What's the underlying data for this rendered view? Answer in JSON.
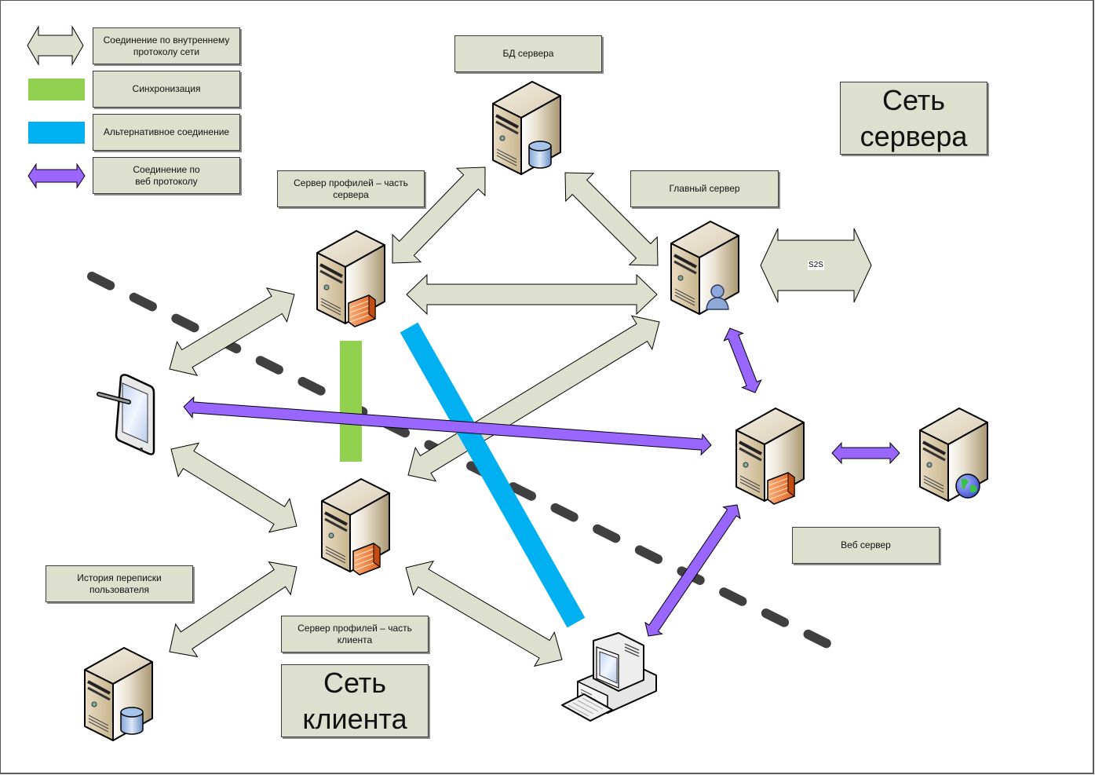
{
  "colors": {
    "internal_arrow_fill": "#dde0cf",
    "sync_green": "#92d050",
    "alt_blue": "#00b0f0",
    "web_purple": "#9966ff",
    "dashed_boundary": "#404040",
    "label_fill": "#dde0cf"
  },
  "legend": {
    "items": [
      {
        "icon": "double-arrow-beige-icon",
        "label": "Соединение по внутреннему\nпротоколу сети"
      },
      {
        "icon": "green-bar-icon",
        "label": "Синхронизация"
      },
      {
        "icon": "blue-bar-icon",
        "label": "Альтернативное соединение"
      },
      {
        "icon": "double-arrow-purple-icon",
        "label": "Соединение по\nвеб протоколу"
      }
    ]
  },
  "zones": {
    "server_network": "Сеть\nсервера",
    "client_network": "Сеть\nклиента"
  },
  "labels": {
    "db_server": "БД сервера",
    "profile_server_server_part": "Сервер профилей – часть\nсервера",
    "main_server": "Главный сервер",
    "s2s": "S2S",
    "web_server": "Веб сервер",
    "chat_history": "История переписки\nпользователя",
    "profile_server_client_part": "Сервер профилей – часть\nклиента"
  },
  "nodes": [
    {
      "id": "db-server",
      "icon": "database-server-icon"
    },
    {
      "id": "profile-server-server",
      "icon": "firewall-server-icon"
    },
    {
      "id": "main-server",
      "icon": "user-server-icon"
    },
    {
      "id": "web-server",
      "icon": "firewall-server-icon"
    },
    {
      "id": "web-globe-server",
      "icon": "globe-server-icon"
    },
    {
      "id": "tablet",
      "icon": "tablet-icon"
    },
    {
      "id": "profile-server-client",
      "icon": "firewall-server-icon"
    },
    {
      "id": "history-db-server",
      "icon": "database-server-icon"
    },
    {
      "id": "desktop-pc",
      "icon": "desktop-computer-icon"
    }
  ]
}
